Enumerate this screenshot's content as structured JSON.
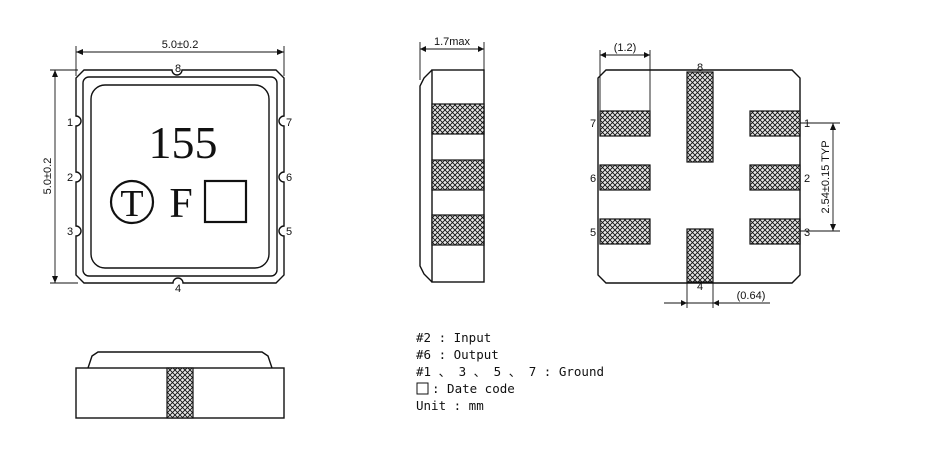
{
  "top_view": {
    "width_dim": "5.0±0.2",
    "height_dim": "5.0±0.2",
    "marking_code": "155",
    "marking_logo": "T",
    "marking_letter": "F",
    "pins": {
      "p1": "1",
      "p2": "2",
      "p3": "3",
      "p4": "4",
      "p5": "5",
      "p6": "6",
      "p7": "7",
      "p8": "8"
    }
  },
  "side_view": {
    "thickness_dim": "1.7max"
  },
  "bottom_view": {
    "pad_width_dim": "(1.2)",
    "pitch_dim": "2.54±0.15 TYP",
    "pad_small_dim": "(0.64)",
    "pins": {
      "p1": "1",
      "p2": "2",
      "p3": "3",
      "p4": "4",
      "p5": "5",
      "p6": "6",
      "p7": "7",
      "p8": "8"
    }
  },
  "legend": {
    "line1": "#2 : Input",
    "line2": "#6 : Output",
    "line3": "#1 、 3 、 5 、 7 : Ground",
    "line4": ": Date code",
    "line5": "Unit : mm"
  },
  "colors": {
    "line": "#111111",
    "pad_hatch": "#111111",
    "background": "#ffffff"
  },
  "icons": {
    "logo": "circled-T-logo-icon",
    "date_code": "empty-square-icon"
  }
}
